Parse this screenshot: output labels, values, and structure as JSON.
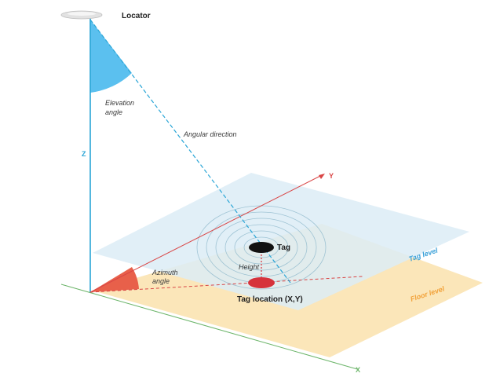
{
  "labels": {
    "locator": "Locator",
    "elevation_angle_1": "Elevation",
    "elevation_angle_2": "angle",
    "angular_direction": "Angular direction",
    "z_axis": "Z",
    "y_axis": "Y",
    "x_axis": "X",
    "tag": "Tag",
    "height": "Height",
    "tag_location": "Tag location (X,Y)",
    "azimuth_angle_1": "Azimuth",
    "azimuth_angle_2": "angle",
    "tag_level": "Tag level",
    "floor_level": "Floor level"
  },
  "colors": {
    "tag_plane": "#dcecf6",
    "floor_plane": "#fbe3b1",
    "z_axis": "#29a5d6",
    "y_axis": "#d94545",
    "x_axis": "#6cb56a",
    "elevation_fill": "#5bc0ef",
    "azimuth_fill": "#e8604a",
    "tag": "#111111",
    "tag_location": "#d6323b",
    "tag_level_text": "#3aa0d8",
    "floor_level_text": "#f2a23a"
  },
  "icons": {
    "locator": "locator-disc-icon",
    "tag": "tag-ellipse-icon",
    "tag_location": "tag-location-ellipse-icon"
  }
}
